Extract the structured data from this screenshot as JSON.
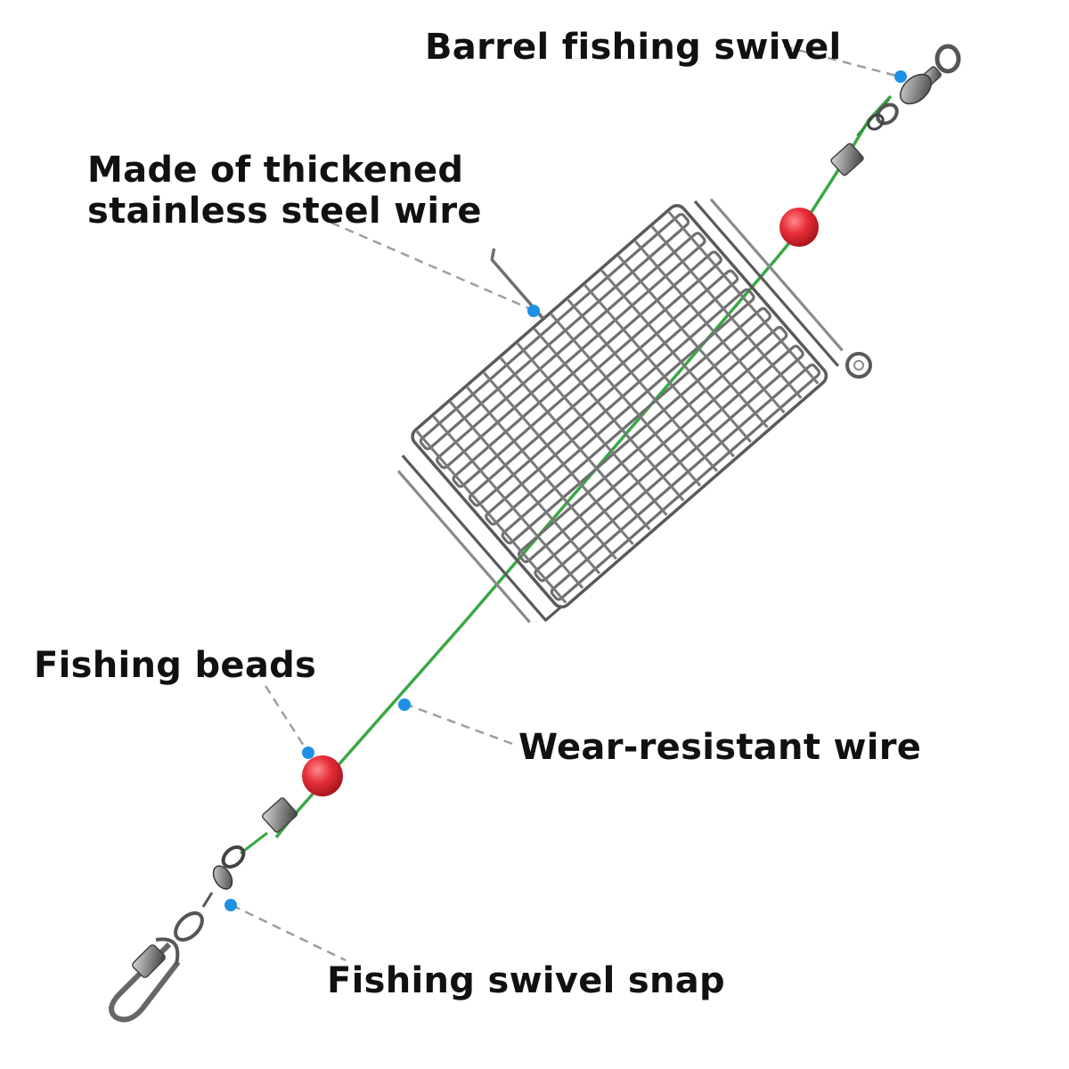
{
  "labels": {
    "barrel_swivel": "Barrel fishing swivel",
    "steel_wire_line1": "Made of thickened",
    "steel_wire_line2": "stainless steel wire",
    "fishing_beads": "Fishing beads",
    "wear_resistant_wire": "Wear-resistant wire",
    "swivel_snap": "Fishing swivel snap"
  },
  "colors": {
    "label_text": "#111111",
    "leader_line": "#9e9e9e",
    "marker_dot": "#1e90e6",
    "bead": "#e8303a",
    "wire": "#3aa845",
    "metal": "#6f6f6f"
  }
}
